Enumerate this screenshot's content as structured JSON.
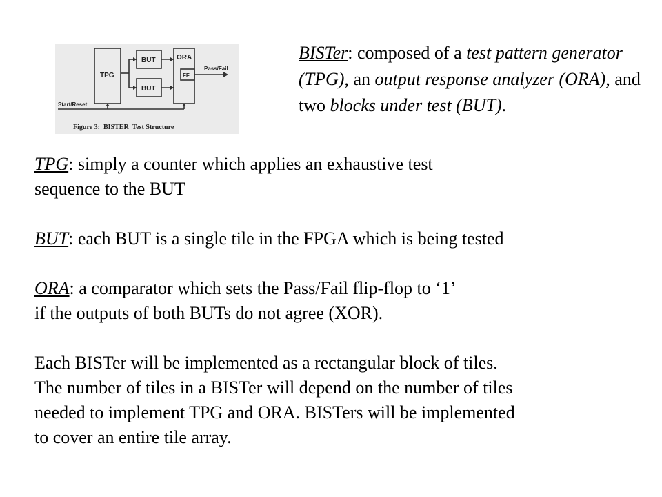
{
  "figure": {
    "blocks": {
      "tpg": "TPG",
      "but_top": "BUT",
      "but_bottom": "BUT",
      "ora": "ORA",
      "ff": "FF"
    },
    "labels": {
      "pass_fail": "Pass/Fail",
      "start_reset": "Start/Reset"
    },
    "caption": "Figure 3:  BISTER  Test Structure",
    "colors": {
      "background": "#ebebeb",
      "lines": "#333333"
    }
  },
  "intro": {
    "term": "BISTer",
    "s1": ": composed of a ",
    "i1": "test pattern generator (TPG),",
    "s2": " an ",
    "i2": "output response analyzer (ORA),",
    "s3": " and two ",
    "i3": "blocks under test (BUT)",
    "s4": "."
  },
  "tpg": {
    "term": "TPG",
    "line1": ": simply a counter which applies an exhaustive test",
    "line2": "sequence to the BUT"
  },
  "but": {
    "term": "BUT",
    "text": ": each BUT is a single tile in the FPGA which is being tested"
  },
  "ora": {
    "term": "ORA",
    "line1": ": a comparator which sets the Pass/Fail flip-flop to ‘1’",
    "line2": "if the outputs of both BUTs do not agree (XOR)."
  },
  "implementation": {
    "line1": "Each BISTer will be implemented as a rectangular block of tiles.",
    "line2": "The number of tiles in a BISTer will depend on the number of tiles",
    "line3": "needed to implement TPG and ORA. BISTers will be implemented",
    "line4": "to cover an entire tile array."
  }
}
